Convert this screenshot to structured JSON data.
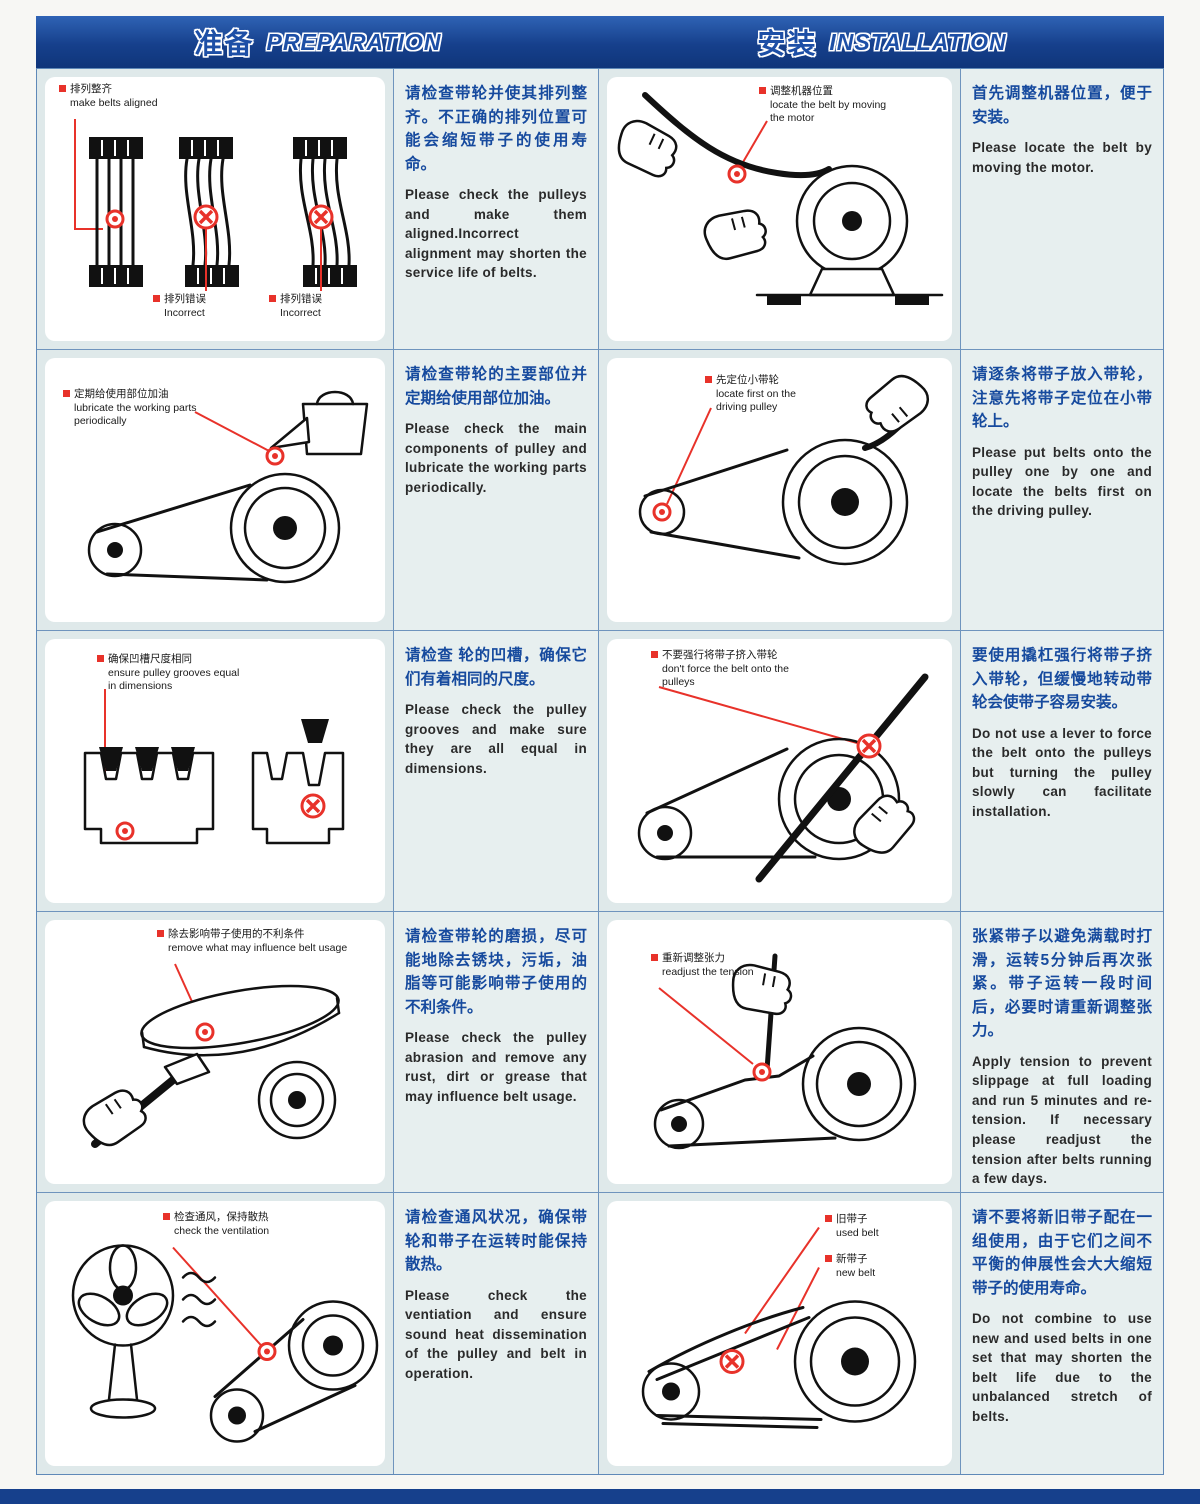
{
  "colors": {
    "accent_red": "#e8322a",
    "header_blue": "#16408c",
    "text_blue": "#164a9e"
  },
  "header": {
    "prep_zh": "准备",
    "prep_en": "PREPARATION",
    "install_zh": "安装",
    "install_en": "INSTALLATION"
  },
  "rows": [
    {
      "prep": {
        "labels": [
          {
            "zh": "排列整齐",
            "en": "make belts aligned"
          },
          {
            "zh": "排列错误",
            "en": "Incorrect"
          },
          {
            "zh": "排列错误",
            "en": "Incorrect"
          }
        ],
        "text_zh": "请检查带轮并使其排列整齐。不正确的排列位置可能会缩短带子的使用寿命。",
        "text_en": "Please check the pulleys and make them aligned.Incorrect alignment may shorten the service life of belts."
      },
      "install": {
        "labels": [
          {
            "zh": "调整机器位置",
            "en": "locate the belt by moving the motor"
          }
        ],
        "text_zh": "首先调整机器位置，便于安装。",
        "text_en": "Please locate the belt by moving the motor."
      }
    },
    {
      "prep": {
        "labels": [
          {
            "zh": "定期给使用部位加油",
            "en": "lubricate the working parts periodically"
          }
        ],
        "text_zh": "请检查带轮的主要部位并定期给使用部位加油。",
        "text_en": "Please check the main components of pulley and lubricate the working parts periodically."
      },
      "install": {
        "labels": [
          {
            "zh": "先定位小带轮",
            "en": "locate first on the driving pulley"
          }
        ],
        "text_zh": "请逐条将带子放入带轮，注意先将带子定位在小带轮上。",
        "text_en": "Please put belts onto the pulley one by one and locate the belts first on the driving pulley."
      }
    },
    {
      "prep": {
        "labels": [
          {
            "zh": "确保凹槽尺度相同",
            "en": "ensure pulley grooves equal in dimensions"
          }
        ],
        "text_zh": "请检查 轮的凹槽，确保它们有着相同的尺度。",
        "text_en": "Please check the pulley grooves and make sure they are all equal in dimensions."
      },
      "install": {
        "labels": [
          {
            "zh": "不要强行将带子挤入带轮",
            "en": "don't force the belt onto the pulleys"
          }
        ],
        "text_zh": "要使用撬杠强行将带子挤入带轮，但缓慢地转动带轮会使带子容易安装。",
        "text_en": "Do not use a lever to force the belt onto the pulleys but turning the pulley slowly can facilitate installation."
      }
    },
    {
      "prep": {
        "labels": [
          {
            "zh": "除去影响带子使用的不利条件",
            "en": "remove what may influence belt usage"
          }
        ],
        "text_zh": "请检查带轮的磨损，尽可能地除去锈块，污垢，油脂等可能影响带子使用的不利条件。",
        "text_en": "Please check the pulley abrasion and remove any rust, dirt or grease that may influence belt usage."
      },
      "install": {
        "labels": [
          {
            "zh": "重新调整张力",
            "en": "readjust the tension"
          }
        ],
        "text_zh": "张紧带子以避免满载时打滑，运转5分钟后再次张紧。带子运转一段时间后，必要时请重新调整张力。",
        "text_en": "Apply tension to prevent slippage at full loading and run 5 minutes and re-tension. If necessary please readjust the tension after belts running a few days."
      }
    },
    {
      "prep": {
        "labels": [
          {
            "zh": "检查通风，保持散热",
            "en": "check the ventilation"
          }
        ],
        "text_zh": "请检查通风状况，确保带轮和带子在运转时能保持散热。",
        "text_en": "Please check the ventiation and ensure sound heat dissemination of the pulley and belt in operation."
      },
      "install": {
        "labels": [
          {
            "zh": "旧带子",
            "en": "used belt"
          },
          {
            "zh": "新带子",
            "en": "new belt"
          }
        ],
        "text_zh": "请不要将新旧带子配在一组使用，由于它们之间不平衡的伸展性会大大缩短带子的使用寿命。",
        "text_en": "Do not combine to use new and used belts in one set that may shorten the belt life due to the unbalanced stretch of belts."
      }
    }
  ]
}
